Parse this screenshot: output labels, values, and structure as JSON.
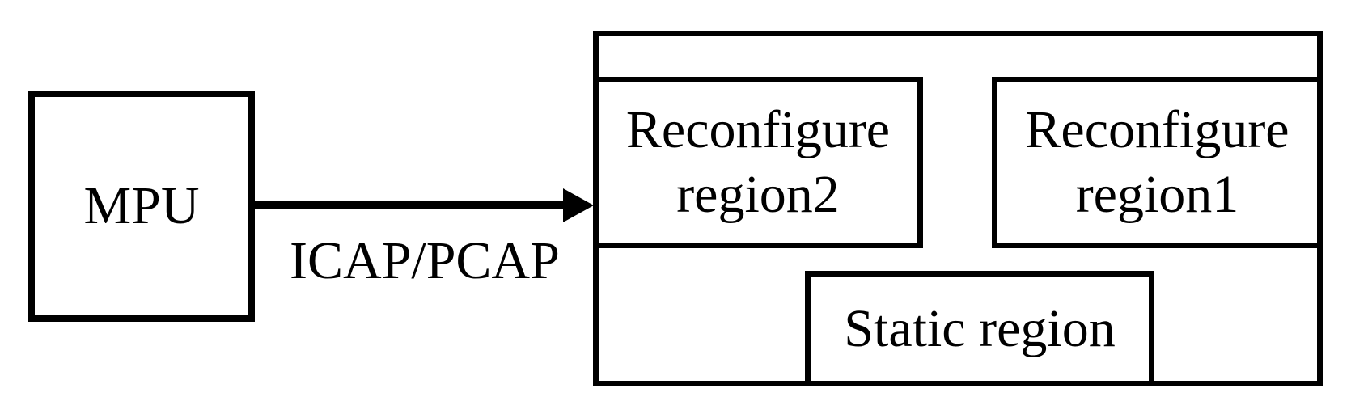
{
  "diagram": {
    "mpu": {
      "label": "MPU"
    },
    "bus": {
      "label": "ICAP/PCAP"
    },
    "fpga": {
      "reconfigure_region2": {
        "line1": "Reconfigure",
        "line2": "region2"
      },
      "reconfigure_region1": {
        "line1": "Reconfigure",
        "line2": "region1"
      },
      "static_region": {
        "label": "Static region"
      }
    },
    "colors": {
      "line": "#000000",
      "background": "#ffffff"
    }
  }
}
